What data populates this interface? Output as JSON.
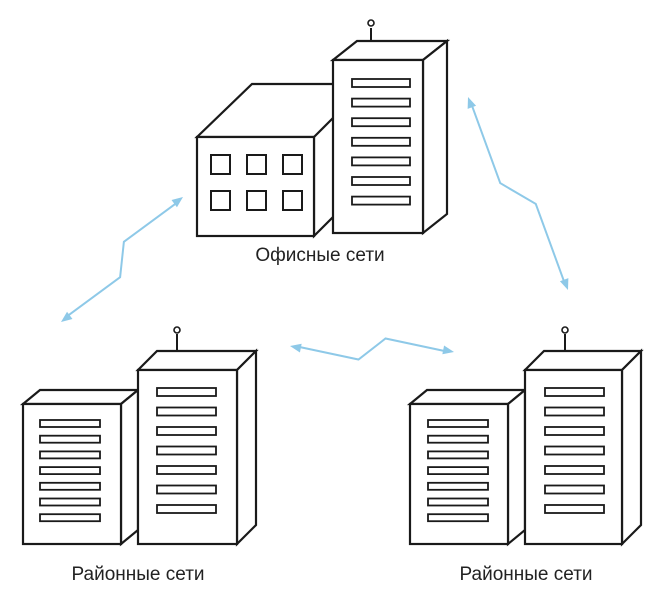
{
  "nodes": {
    "office": {
      "label": "Офисные сети"
    },
    "district_left": {
      "label": "Районные сети"
    },
    "district_right": {
      "label": "Районные сети"
    }
  },
  "links": [
    {
      "from": "office",
      "to": "district_left"
    },
    {
      "from": "office",
      "to": "district_right"
    },
    {
      "from": "district_left",
      "to": "district_right"
    }
  ],
  "colors": {
    "outline": "#1a1a1a",
    "wireless_link": "#8ec9e8",
    "label_text": "#222222"
  },
  "icons": {
    "building": "office-building-icon",
    "tower": "server-tower-icon",
    "link": "wireless-link-icon"
  }
}
